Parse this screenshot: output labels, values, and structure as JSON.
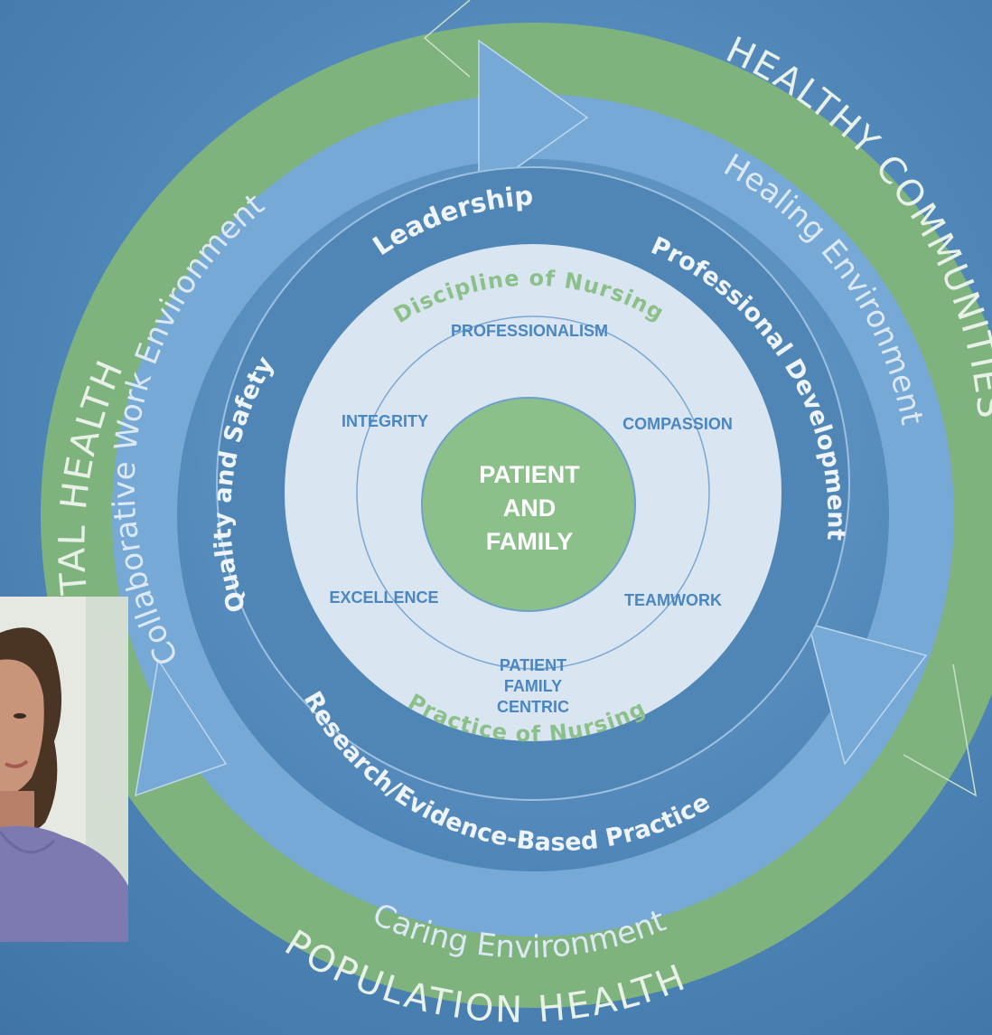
{
  "colors": {
    "background": "#4f86b8",
    "outer_ring": "#7fb37e",
    "middle_ring": "#77a9d6",
    "inner_ring": "#4f86b6",
    "core_disc": "#d9e6f1",
    "center_circle": "#8cc08a",
    "value_text": "#4a86c0",
    "nursing_text": "#8cc08a"
  },
  "outer_ring": {
    "labels": [
      "TOTAL HEALTH",
      "HEALTHY COMMUNITIES",
      "POPULATION HEALTH"
    ]
  },
  "middle_ring": {
    "labels": [
      "Collaborative Work Environment",
      "Healing Environment",
      "Caring Environment"
    ]
  },
  "inner_ring": {
    "labels": [
      "Leadership",
      "Professional Development",
      "Quality and Safety",
      "Research/Evidence-Based Practice"
    ]
  },
  "core": {
    "top_label": "Discipline of Nursing",
    "bottom_label": "Practice of Nursing",
    "values": {
      "professionalism": "PROFESSIONALISM",
      "integrity": "INTEGRITY",
      "compassion": "COMPASSION",
      "excellence": "EXCELLENCE",
      "teamwork": "TEAMWORK",
      "patient_family_centric": [
        "PATIENT",
        "FAMILY",
        "CENTRIC"
      ]
    },
    "center": [
      "PATIENT",
      "AND",
      "FAMILY"
    ]
  }
}
